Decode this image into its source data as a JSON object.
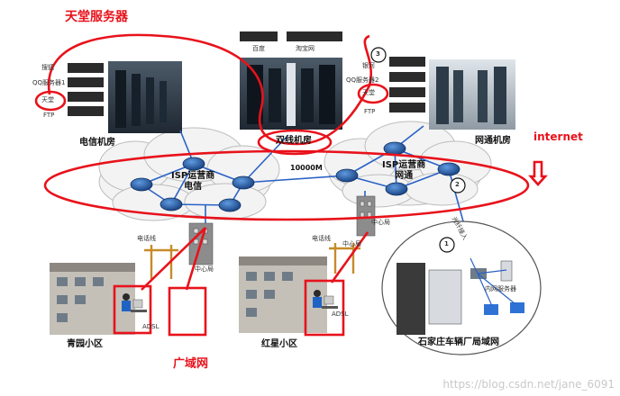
{
  "annotations": {
    "heaven_server": "天堂服务器",
    "internet": "internet",
    "wan": "广域网",
    "num3": "3",
    "num2": "2",
    "num1": "1"
  },
  "rooms": {
    "telecom": "电信机房",
    "dual": "双线机房",
    "netcom": "网通机房"
  },
  "isp": {
    "telecom": "ISP运营商\n电信",
    "netcom": "ISP运营商\n网通",
    "bandwidth": "10000M"
  },
  "servers": {
    "left": [
      "搜狐",
      "QQ服务器1",
      "天堂",
      "FTP"
    ],
    "right": [
      "银河",
      "QQ服务器2",
      "天堂",
      "FTP"
    ],
    "dual": [
      "百度",
      "淘宝网"
    ]
  },
  "sites": {
    "center_left": "中心局",
    "center_mid": "中心局",
    "center_right": "中心局",
    "phone_left": "电话线",
    "phone_mid": "电话线",
    "adsl_left": "ADSL",
    "adsl_right": "ADSL",
    "lan_server": "内网服务器",
    "optical": "光纤接入"
  },
  "districts": {
    "qingyuan": "青园小区",
    "hongxing": "红星小区",
    "factory_lan": "石家庄车辆厂局域网"
  },
  "watermark": "https://blog.csdn.net/jane_6091",
  "colors": {
    "annotation_red": "#e8121b",
    "router_blue": "#1e5aa8",
    "link_blue": "#2a62c6",
    "building_gray": "#8c8c8c"
  }
}
